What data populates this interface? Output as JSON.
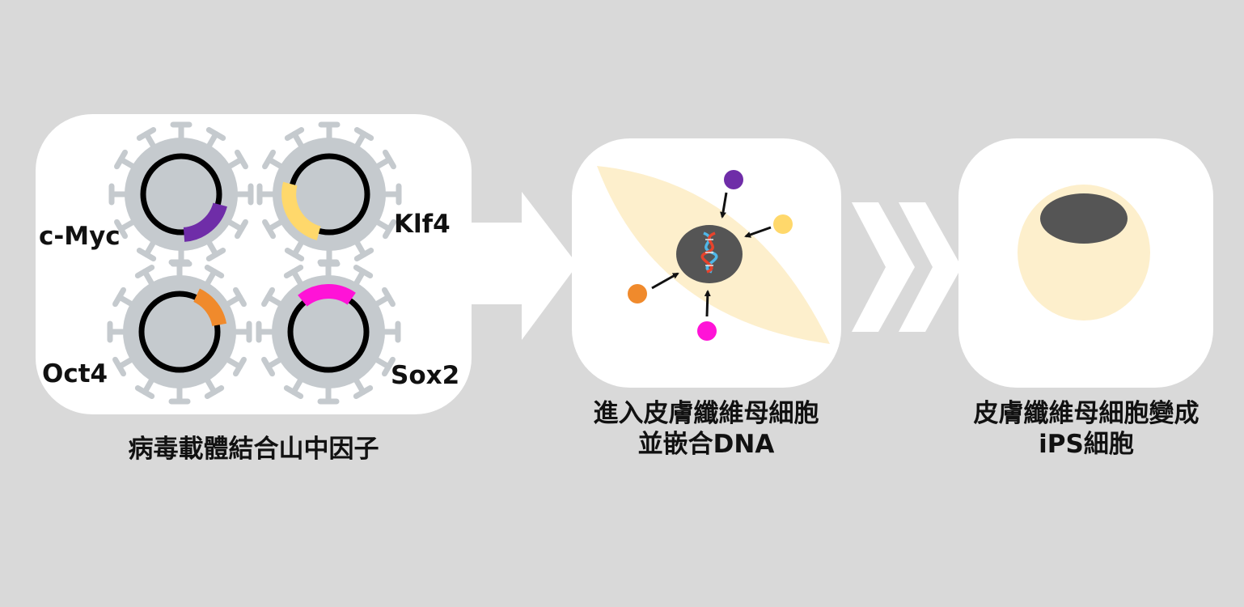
{
  "panel_1": {
    "factors": [
      {
        "label": "c-Myc",
        "color": "#6f2da8"
      },
      {
        "label": "Klf4",
        "color": "#ffd86b"
      },
      {
        "label": "Oct4",
        "color": "#f08a2c"
      },
      {
        "label": "Sox2",
        "color": "#ff13d7"
      }
    ],
    "caption": "病毒載體結合山中因子"
  },
  "panel_2": {
    "caption_line_1": "進入皮膚纖維母細胞",
    "caption_line_2": "並嵌合DNA"
  },
  "panel_3": {
    "caption_line_1": "皮膚纖維母細胞變成",
    "caption_line_2": "iPS細胞"
  },
  "colors": {
    "background": "#d9d9d9",
    "panel": "#ffffff",
    "virus": "#c5cace",
    "cytoplasm": "#fdefcc",
    "nucleus": "#555555",
    "dna_blue": "#4fb7e8",
    "dna_red": "#e8432c"
  }
}
